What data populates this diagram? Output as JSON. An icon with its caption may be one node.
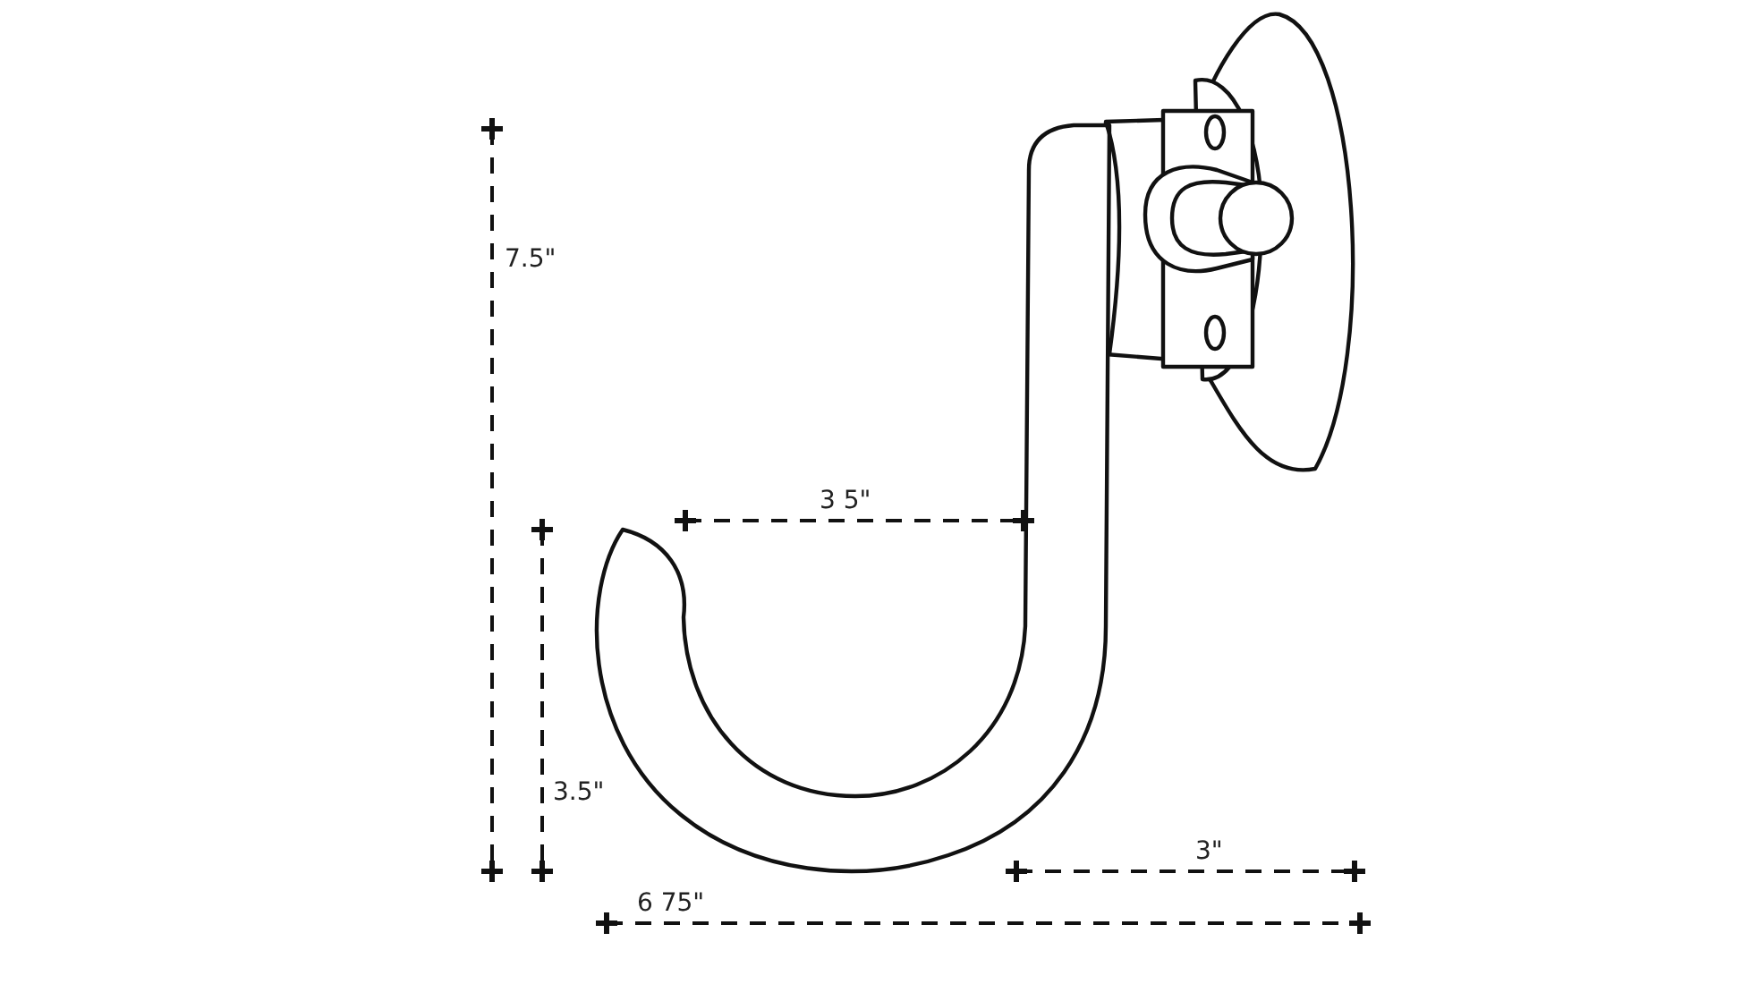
{
  "diagram": {
    "labels": [
      "7.5\"",
      "3 5\"",
      "3.5\"",
      "3\"",
      "6 75\""
    ]
  }
}
